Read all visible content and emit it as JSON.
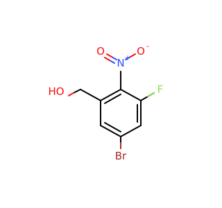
{
  "molecule": {
    "atoms": {
      "hydroxyl": "HO",
      "nitro_n": "N",
      "nitro_o_double": "O",
      "nitro_o_single": "O",
      "fluorine": "F",
      "bromine": "Br"
    },
    "charges": {
      "nitro_n": "+",
      "nitro_o_single": "-"
    }
  },
  "colors": {
    "bond": "#000000",
    "oxygen": "#ff0d0d",
    "nitrogen": "#3050f8",
    "fluorine": "#90e050",
    "bromine": "#a62929",
    "carbon": "#000000"
  }
}
